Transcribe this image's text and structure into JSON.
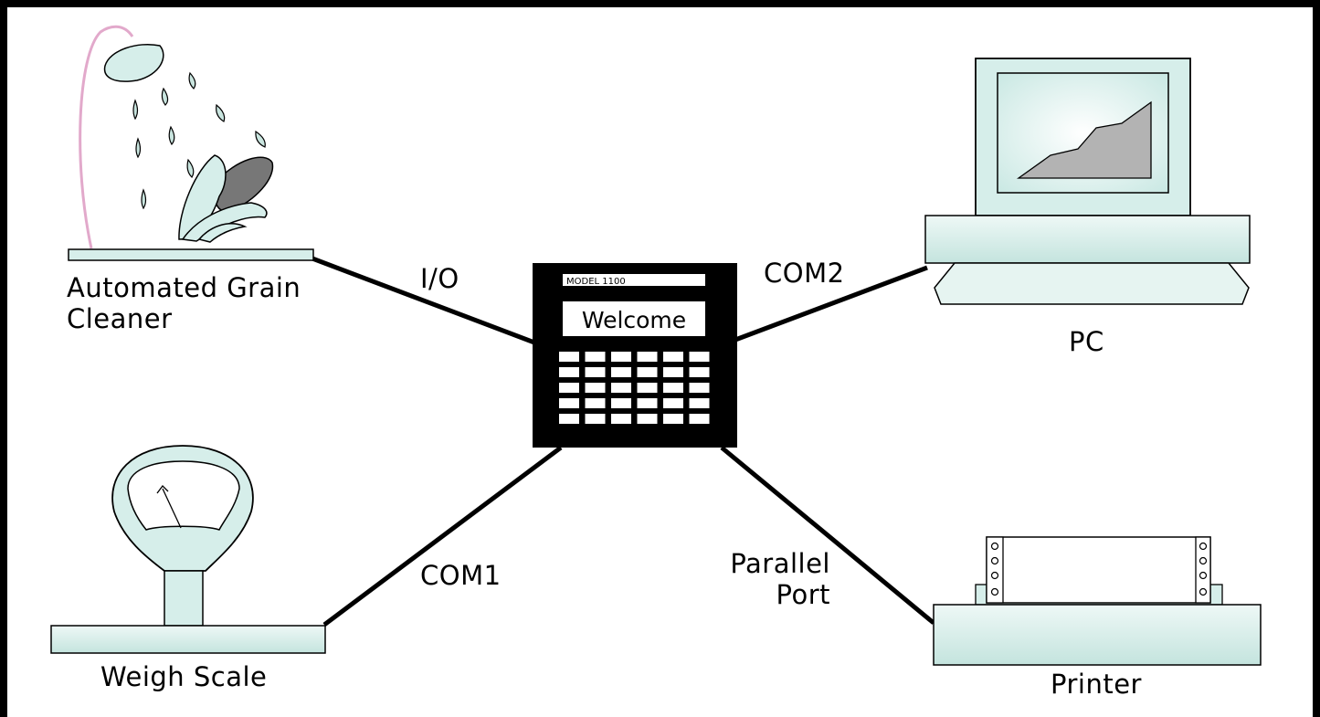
{
  "colors": {
    "accent": "#d6eeea",
    "accent_dark": "#bfe0da",
    "hose": "#e2a9cb",
    "panel": "#000000"
  },
  "controller": {
    "model_label": "MODEL 1100",
    "display_text": "Welcome",
    "keypad": {
      "rows": 5,
      "cols": 6
    }
  },
  "devices": {
    "grain_cleaner": {
      "label_line1": "Automated Grain",
      "label_line2": "Cleaner",
      "icon": "grain-cleaner-icon"
    },
    "weigh_scale": {
      "label": "Weigh Scale",
      "icon": "weigh-scale-icon"
    },
    "pc": {
      "label": "PC",
      "icon": "computer-icon"
    },
    "printer": {
      "label": "Printer",
      "icon": "printer-icon"
    }
  },
  "connections": {
    "io": "I/O",
    "com1": "COM1",
    "com2": "COM2",
    "parallel_line1": "Parallel",
    "parallel_line2": "Port"
  }
}
